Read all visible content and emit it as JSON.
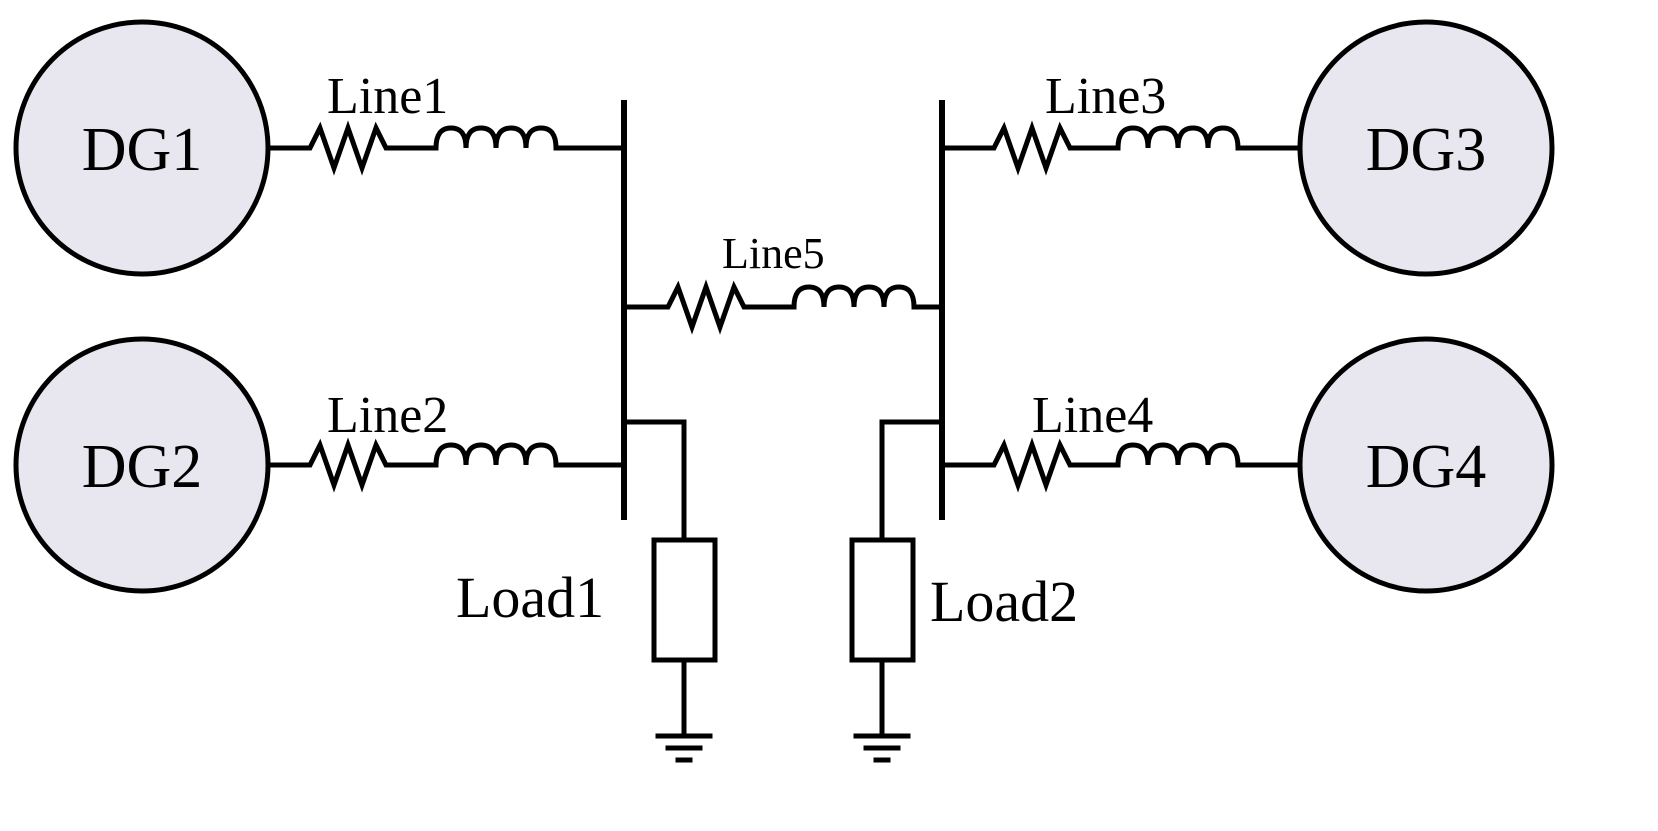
{
  "diagram": {
    "colors": {
      "dg_fill": "#e8e6ee",
      "stroke": "#000000"
    },
    "generators": [
      {
        "id": "dg1",
        "label": "DG1"
      },
      {
        "id": "dg2",
        "label": "DG2"
      },
      {
        "id": "dg3",
        "label": "DG3"
      },
      {
        "id": "dg4",
        "label": "DG4"
      }
    ],
    "lines": [
      {
        "id": "line1",
        "label": "Line1"
      },
      {
        "id": "line2",
        "label": "Line2"
      },
      {
        "id": "line3",
        "label": "Line3"
      },
      {
        "id": "line4",
        "label": "Line4"
      },
      {
        "id": "line5",
        "label": "Line5"
      }
    ],
    "loads": [
      {
        "id": "load1",
        "label": "Load1"
      },
      {
        "id": "load2",
        "label": "Load2"
      }
    ]
  }
}
